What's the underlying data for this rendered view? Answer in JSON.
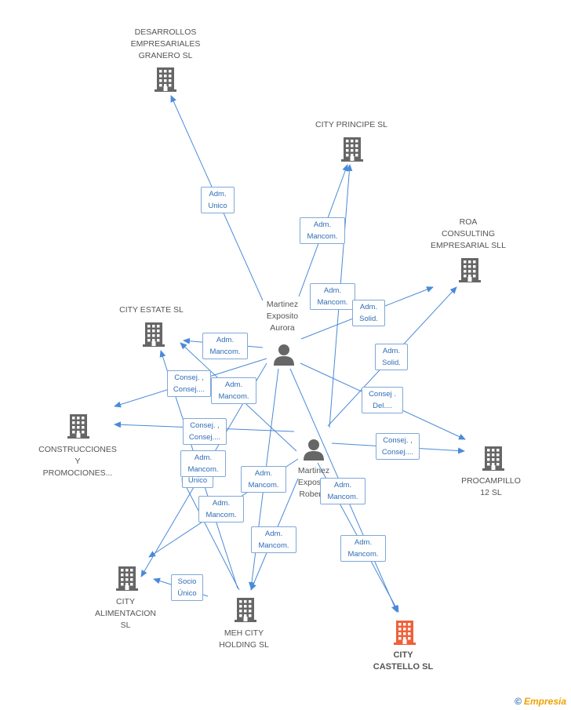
{
  "colors": {
    "edge": "#4a8ad8",
    "building": "#666666",
    "highlight": "#f0603a",
    "person": "#666666"
  },
  "nodes": [
    {
      "id": "desarrollos",
      "type": "building",
      "lines": [
        "DESARROLLOS",
        "EMPRESARIALES",
        "GRANERO SL"
      ]
    },
    {
      "id": "principe",
      "type": "building",
      "lines": [
        "CITY PRINCIPE SL"
      ]
    },
    {
      "id": "roa",
      "type": "building",
      "lines": [
        "ROA",
        "CONSULTING",
        "EMPRESARIAL SLL"
      ]
    },
    {
      "id": "estate",
      "type": "building",
      "lines": [
        "CITY ESTATE  SL"
      ]
    },
    {
      "id": "construcciones",
      "type": "building",
      "lines": [
        "CONSTRUCCIONES",
        "Y",
        "PROMOCIONES..."
      ]
    },
    {
      "id": "procampillo",
      "type": "building",
      "lines": [
        "PROCAMPILLO",
        "12 SL"
      ]
    },
    {
      "id": "alimentacion",
      "type": "building",
      "lines": [
        "CITY",
        "ALIMENTACION",
        "SL"
      ]
    },
    {
      "id": "meh",
      "type": "building",
      "lines": [
        "MEH CITY",
        "HOLDING  SL"
      ]
    },
    {
      "id": "castello",
      "type": "building-main",
      "lines": [
        "CITY",
        "CASTELLO SL"
      ]
    },
    {
      "id": "aurora",
      "type": "person",
      "lines": [
        "Martinez",
        "Exposito",
        "Aurora"
      ]
    },
    {
      "id": "roberto",
      "type": "person",
      "lines": [
        "Martinez",
        "Exposito",
        "Roberto"
      ]
    }
  ],
  "edge_labels": [
    {
      "id": "l1",
      "lines": [
        "Adm.",
        "Unico"
      ]
    },
    {
      "id": "l2",
      "lines": [
        "Adm.",
        "Mancom."
      ]
    },
    {
      "id": "l3",
      "lines": [
        "Adm.",
        "Mancom."
      ]
    },
    {
      "id": "l4",
      "lines": [
        "Adm.",
        "Solid."
      ]
    },
    {
      "id": "l5",
      "lines": [
        "Adm.",
        "Mancom."
      ]
    },
    {
      "id": "l6",
      "lines": [
        "Adm.",
        "Solid."
      ]
    },
    {
      "id": "l7",
      "lines": [
        "Consej. ,",
        "Consej...."
      ]
    },
    {
      "id": "l8",
      "lines": [
        "Adm.",
        "Mancom."
      ]
    },
    {
      "id": "l9",
      "lines": [
        "Consej .",
        "Del...."
      ]
    },
    {
      "id": "l10",
      "lines": [
        "Consej. ,",
        "Consej...."
      ]
    },
    {
      "id": "l11",
      "lines": [
        "Consej. ,",
        "Consej...."
      ]
    },
    {
      "id": "l12",
      "lines": [
        "Adm.",
        "Unico"
      ]
    },
    {
      "id": "l13",
      "lines": [
        "Adm.",
        "Mancom."
      ]
    },
    {
      "id": "l14",
      "lines": [
        "Adm.",
        "Mancom."
      ]
    },
    {
      "id": "l15",
      "lines": [
        "Adm.",
        "Mancom."
      ]
    },
    {
      "id": "l16",
      "lines": [
        "Adm.",
        "Mancom."
      ]
    },
    {
      "id": "l17",
      "lines": [
        "Adm.",
        "Mancom."
      ]
    },
    {
      "id": "l18",
      "lines": [
        "Adm.",
        "Mancom."
      ]
    },
    {
      "id": "l19",
      "lines": [
        "Socio",
        "Único"
      ]
    }
  ],
  "footer": {
    "copyright": "©",
    "brand": "Empresia"
  }
}
